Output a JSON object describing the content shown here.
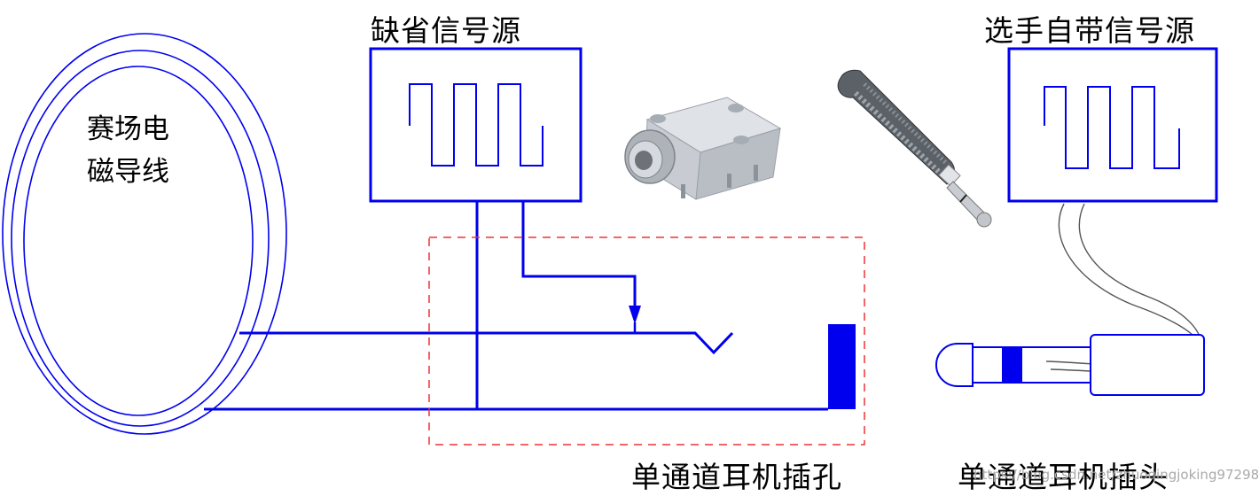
{
  "labels": {
    "default_source": "缺省信号源",
    "player_source": "选手自带信号源",
    "field_wire_line1": "赛场电",
    "field_wire_line2": "磁导线",
    "jack_caption": "单通道耳机插孔",
    "plug_caption": "单通道耳机插头",
    "watermark": "https://blog.csdn.net/zhuoqingjoking97298"
  },
  "colors": {
    "wire": "#0000ee",
    "dashed_box": "#ee3333",
    "plug_cable": "#555555",
    "metal": "#8a8f96"
  },
  "icons": {
    "jack_photo": "headphone-jack-component-icon",
    "plug_photo": "headphone-plug-icon"
  }
}
